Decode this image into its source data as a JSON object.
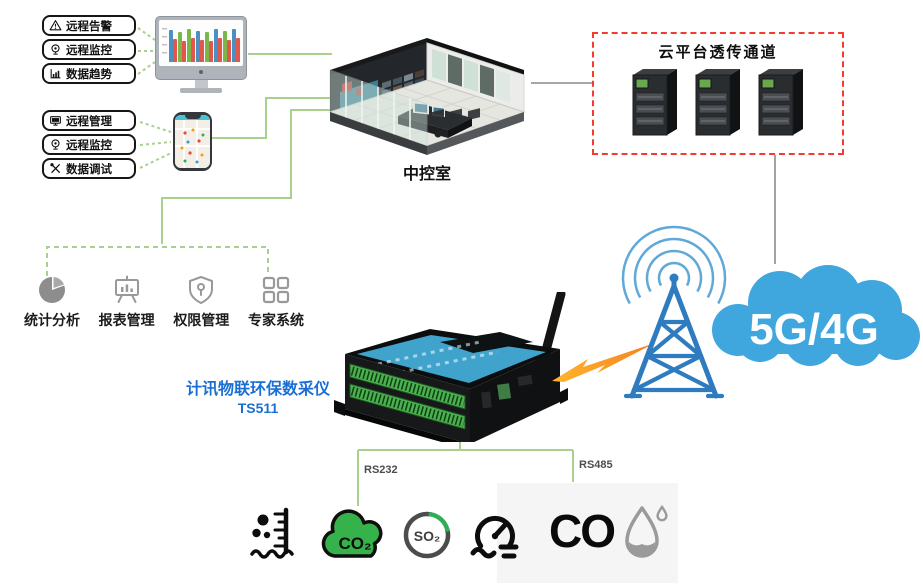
{
  "colors": {
    "line_green": "#a9d18e",
    "line_gray": "#8a8a8a",
    "box_red": "#f53b30",
    "device_label_blue": "#1a6fd4",
    "cloud_blue": "#3fa7dd",
    "tower_blue": "#2e7bbf",
    "co2_green": "#35b24a",
    "so2_green": "#2fae57",
    "sensor_gray": "#9a9a9a",
    "bar_second": "#e2574c"
  },
  "monitor_panel": {
    "labels": [
      {
        "text": "远程告警",
        "icon": "alert-triangle"
      },
      {
        "text": "远程监控",
        "icon": "webcam"
      },
      {
        "text": "数据趋势",
        "icon": "trend-chart"
      }
    ],
    "screen_bars": {
      "pair_colors": [
        "#4a90c2",
        "#7cb649",
        "#7cb649",
        "#4a90c2",
        "#7cb649",
        "#4a90c2",
        "#7cb649",
        "#4a90c2"
      ],
      "pair_heights": [
        32,
        30,
        33,
        31,
        30,
        33,
        31,
        33
      ],
      "second_bar_color": "#e2574c"
    }
  },
  "phone_panel": {
    "labels": [
      {
        "text": "远程管理",
        "icon": "monitor"
      },
      {
        "text": "远程监控",
        "icon": "webcam"
      },
      {
        "text": "数据调试",
        "icon": "tools"
      }
    ]
  },
  "control_room": {
    "caption": "中控室"
  },
  "cloud_platform": {
    "title": "云平台透传通道",
    "server_count": 3
  },
  "functions": [
    {
      "label": "统计分析",
      "icon": "pie-chart"
    },
    {
      "label": "报表管理",
      "icon": "report-board"
    },
    {
      "label": "权限管理",
      "icon": "shield-key"
    },
    {
      "label": "专家系统",
      "icon": "grid"
    }
  ],
  "device": {
    "title": "计讯物联环保数采仪",
    "model": "TS511"
  },
  "wireless": {
    "cloud_label": "5G/4G"
  },
  "buses": {
    "left": "RS232",
    "right": "RS485"
  },
  "sensors": {
    "co2": "CO₂",
    "so2": "SO₂",
    "co": "CO"
  }
}
